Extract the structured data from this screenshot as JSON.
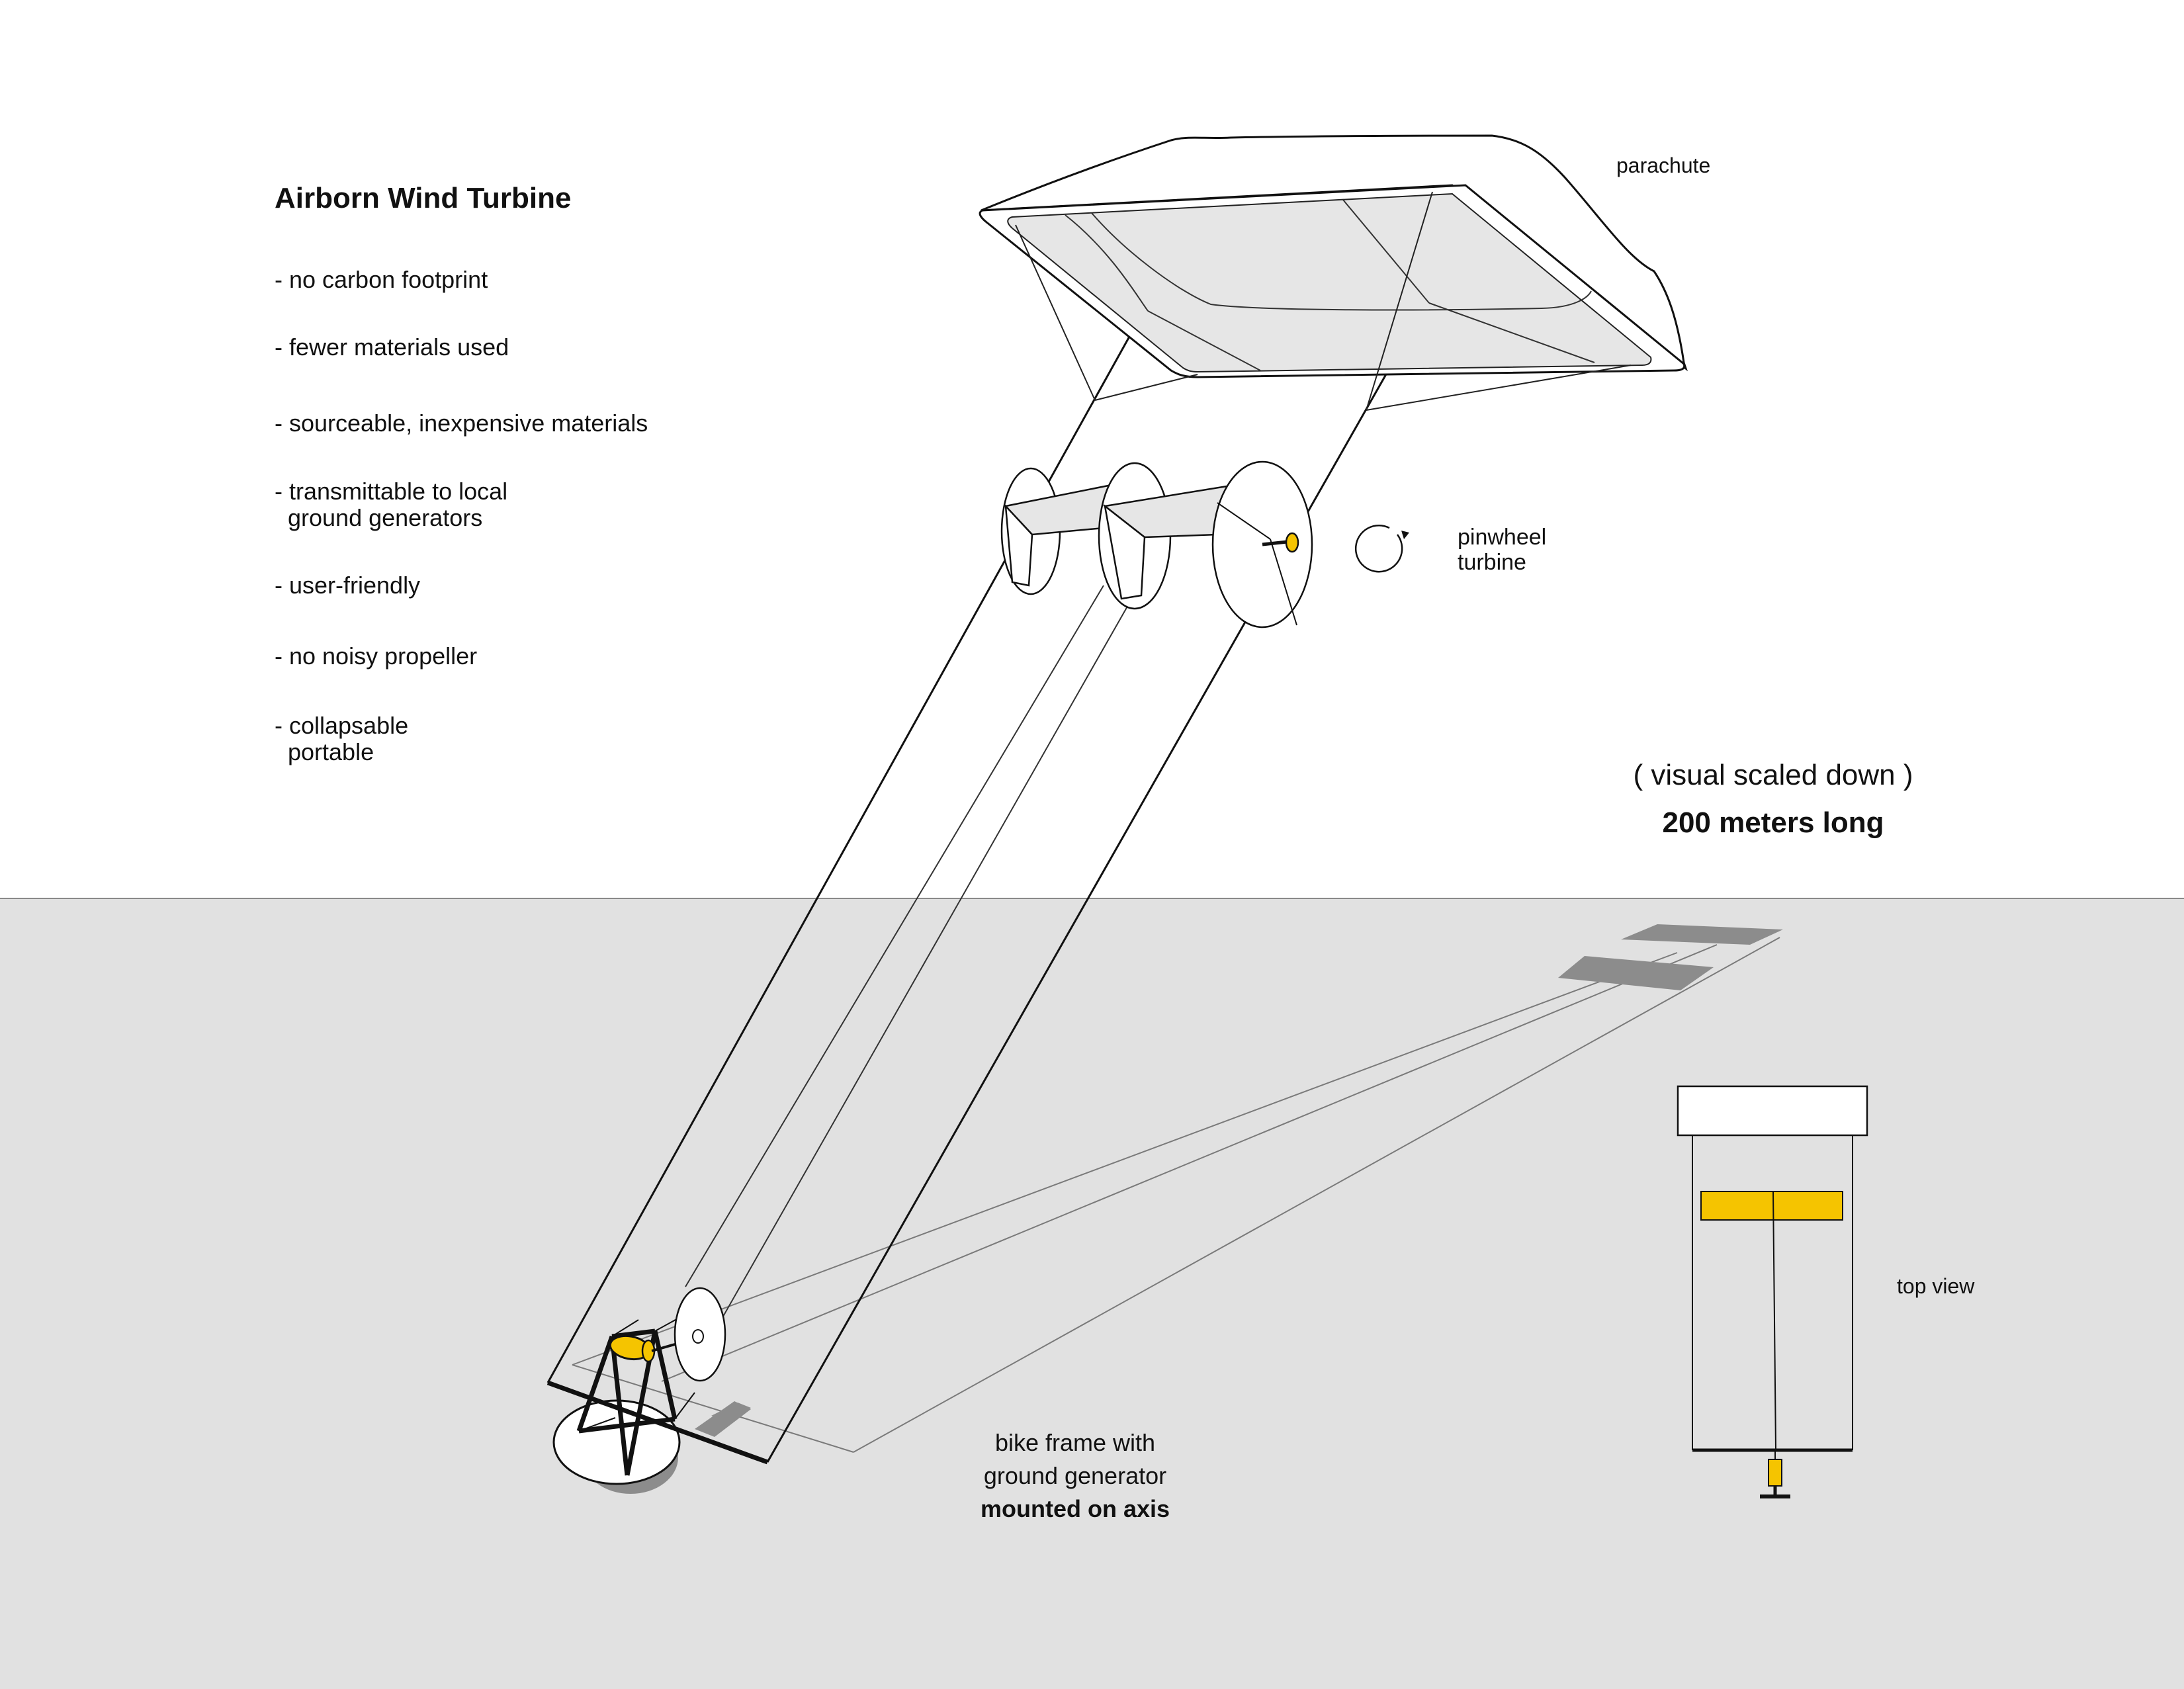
{
  "title": "Airborn Wind Turbine",
  "features": [
    "- no carbon footprint",
    "- fewer materials used",
    "- sourceable, inexpensive materials",
    "- transmittable to local\n  ground generators",
    "- user-friendly",
    "- no noisy propeller",
    "- collapsable\n  portable"
  ],
  "labels": {
    "parachute": "parachute",
    "pinwheel": "pinwheel\nturbine",
    "scale_note": "( visual scaled down )",
    "length": "200 meters long",
    "top_view": "top view",
    "bike_line1": "bike frame with",
    "bike_line2": "ground generator",
    "bike_line3": "mounted on axis"
  },
  "colors": {
    "generator_yellow": "#f5c400",
    "ground_gray": "#e1e1e1",
    "shadow_gray": "#8c8c8c",
    "canopy_fill": "#e6e6e6",
    "line": "#111111"
  }
}
